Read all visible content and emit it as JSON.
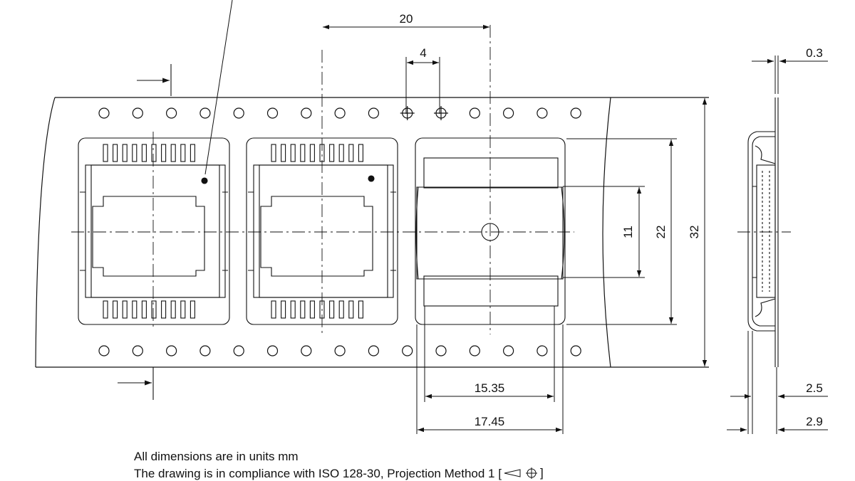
{
  "dimensions": {
    "pitch": "20",
    "hole_pitch": "4",
    "tape_thickness": "0.3",
    "pocket_center": "11",
    "pocket_length": "22",
    "tape_width": "32",
    "pocket_width": "15.35",
    "cover_width": "17.45",
    "pocket_depth": "2.5",
    "total_height": "2.9"
  },
  "notes": {
    "units": "All dimensions are in units mm",
    "standard": "The drawing is in compliance with ISO 128-30, Projection Method 1 ["
  },
  "symbols": {
    "projection_symbol": "first-angle-projection-icon"
  }
}
